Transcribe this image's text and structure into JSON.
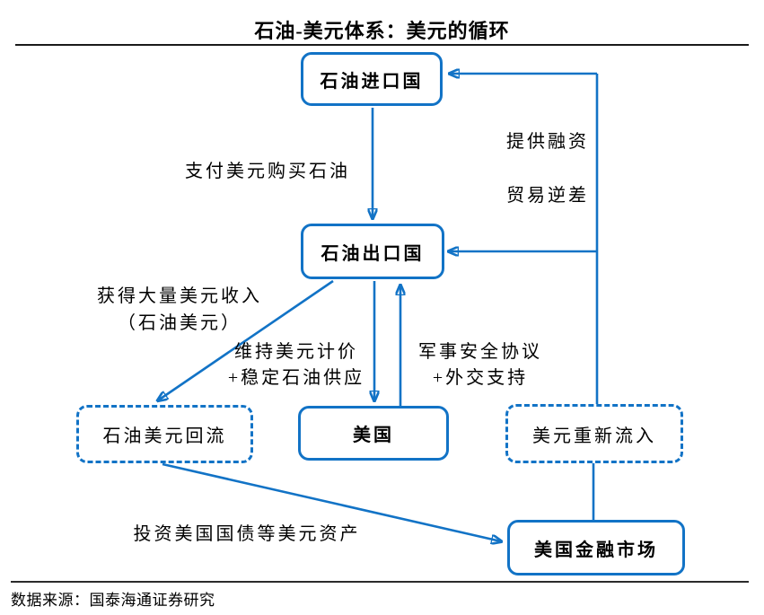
{
  "title": "石油-美元体系：美元的循环",
  "nodes": {
    "importer": "石油进口国",
    "exporter": "石油出口国",
    "usa": "美国",
    "recycling": "石油美元回流",
    "reinflow": "美元重新流入",
    "finmarket": "美国金融市场"
  },
  "labels": {
    "pay_dollars": "支付美元购买石油",
    "provide_financing": "提供融资",
    "trade_deficit": "贸易逆差",
    "dollar_income_1": "获得大量美元收入",
    "dollar_income_2": "（石油美元）",
    "maintain_pricing_1": "维持美元计价",
    "maintain_pricing_2": "+稳定石油供应",
    "military_1": "军事安全协议",
    "military_2": "+外交支持",
    "invest": "投资美国国债等美元资产"
  },
  "source": "数据来源：国泰海通证券研究",
  "colors": {
    "accent_blue": "#1273c6",
    "text_black": "#000000",
    "rule_dark": "#1a1a1a"
  }
}
